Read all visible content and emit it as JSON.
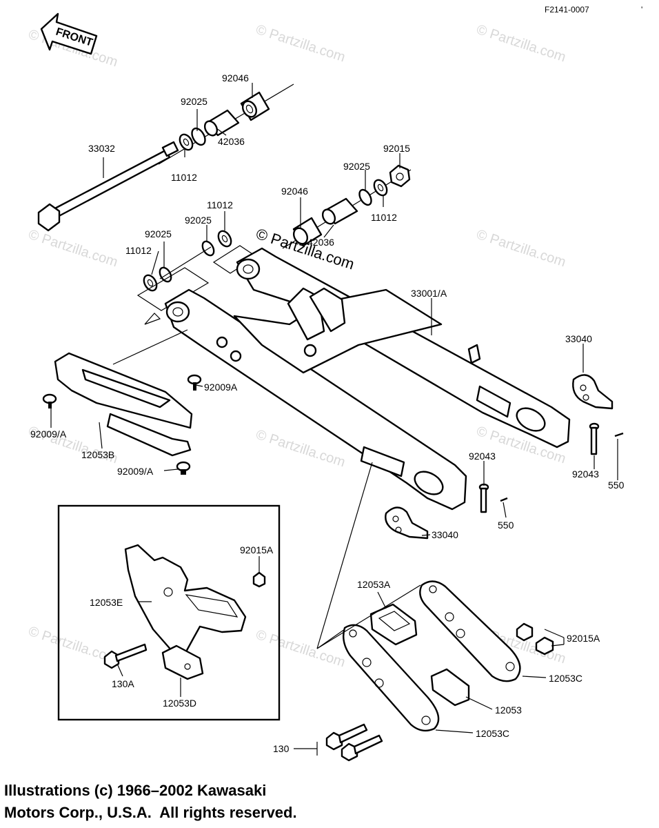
{
  "figure_code": "F2141-0007",
  "front_label": "FRONT",
  "watermark": "© Partzilla.com",
  "copyright": {
    "line1": "Illustrations (c) 1966–2002 Kawasaki",
    "line2": "Motors Corp., U.S.A.  All rights reserved."
  },
  "labels": {
    "p92046a": "92046",
    "p92025a": "92025",
    "p42036a": "42036",
    "p11012a": "11012",
    "p33032": "33032",
    "p92015": "92015",
    "p92025b": "92025",
    "p11012b": "11012",
    "p92046b": "92046",
    "p42036b": "42036",
    "p11012c": "11012",
    "p92025c": "92025",
    "p92025d": "92025",
    "p11012d": "11012",
    "p33001": "33001/A",
    "p33040a": "33040",
    "p92009a": "92009A",
    "p92009b": "92009/A",
    "p12053b": "12053B",
    "p92009c": "92009/A",
    "p92043a": "92043",
    "p550a": "550",
    "p92043b": "92043",
    "p550b": "550",
    "p33040b": "33040",
    "p92015a_in": "92015A",
    "p12053e": "12053E",
    "p130a": "130A",
    "p12053d": "12053D",
    "p12053a": "12053A",
    "p92015a_out": "92015A",
    "p12053c_a": "12053C",
    "p12053": "12053",
    "p12053c_b": "12053C",
    "p130": "130"
  }
}
